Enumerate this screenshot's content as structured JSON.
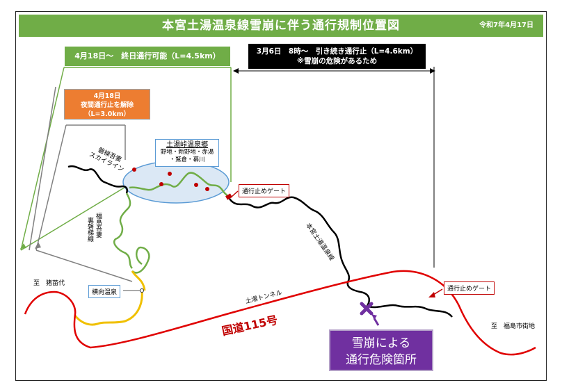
{
  "title": "本宮土湯温泉線雪崩に伴う通行規制位置図",
  "date": "令和7年4月17日",
  "green_box": "4月18日～　終日通行可能（L=4.5km）",
  "black_box": {
    "line1": "3月6日　8時～　引き続き通行止（L=4.6km）",
    "line2": "※雪崩の危険があるため"
  },
  "orange_box": {
    "line1": "4月18日",
    "line2": "夜間通行止を解除",
    "line3": "（L=3.0km）"
  },
  "onsen_area": {
    "name": "土湯峠温泉郷",
    "line1": "野地・新野地・赤湯",
    "line2": "・鷲倉・幕川"
  },
  "labels": {
    "bandai_skyline_1": "磐梯吾妻",
    "bandai_skyline_2": "スカイライン",
    "fukushima_line_1": "福島吾妻",
    "fukushima_line_2": "裏磐梯線",
    "gate_west": "通行止めゲート",
    "gate_east": "通行止めゲート",
    "motomiya_line": "本宮土湯温泉線",
    "tsuchiyu_tunnel": "土湯トンネル",
    "route_115": "国道115号",
    "to_inawashiro": "至　猪苗代",
    "to_fukushima": "至　福島市街地",
    "yokomuki_onsen": "横向温泉"
  },
  "danger_box": {
    "line1": "雪崩による",
    "line2": "通行危険箇所"
  },
  "colors": {
    "title_green": "#70ad47",
    "orange": "#ed7d31",
    "route_red": "#e00000",
    "danger_purple": "#7030a0",
    "road_yellow": "#f0c000",
    "lake_blue": "#dbe8f5"
  }
}
